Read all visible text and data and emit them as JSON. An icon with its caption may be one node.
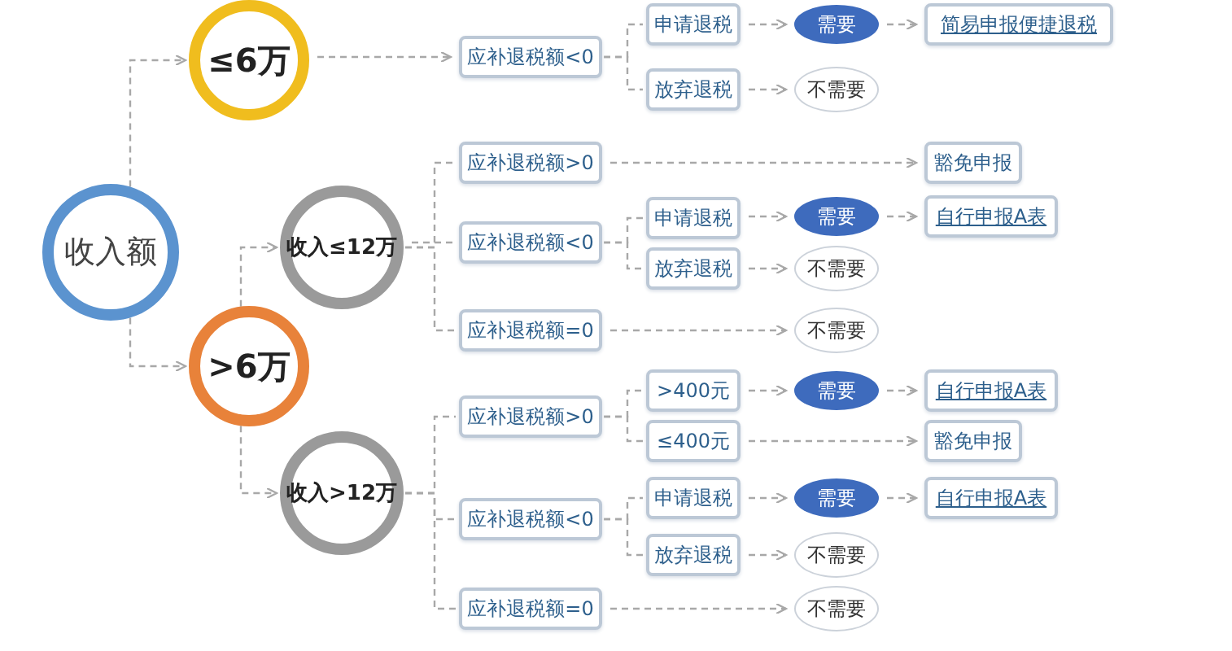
{
  "diagram": {
    "nodes": [
      {
        "text": [
          "收入额"
        ]
      },
      {
        "text": [
          "≤6万"
        ]
      },
      {
        "text": [
          ">6万"
        ]
      },
      {
        "text": [
          "收入≤12万"
        ]
      },
      {
        "text": [
          "收入>12万"
        ]
      },
      {
        "text": [
          "应补退税额<0"
        ]
      },
      {
        "text": [
          "申请退税"
        ]
      },
      {
        "text": [
          "需要"
        ]
      },
      {
        "text": [
          "简易申报便捷退税"
        ]
      },
      {
        "text": [
          "放弃退税"
        ]
      },
      {
        "text": [
          "不需要"
        ]
      },
      {
        "text": [
          "应补退税额>0"
        ]
      },
      {
        "text": [
          "豁免申报"
        ]
      },
      {
        "text": [
          "应补退税额<0"
        ]
      },
      {
        "text": [
          "申请退税"
        ]
      },
      {
        "text": [
          "需要"
        ]
      },
      {
        "text": [
          "自行申报A表"
        ]
      },
      {
        "text": [
          "放弃退税"
        ]
      },
      {
        "text": [
          "不需要"
        ]
      },
      {
        "text": [
          "应补退税额=0"
        ]
      },
      {
        "text": [
          "不需要"
        ]
      },
      {
        "text": [
          "应补退税额>0"
        ]
      },
      {
        "text": [
          ">400元"
        ]
      },
      {
        "text": [
          "需要"
        ]
      },
      {
        "text": [
          "自行申报A表"
        ]
      },
      {
        "text": [
          "≤400元"
        ]
      },
      {
        "text": [
          "豁免申报"
        ]
      },
      {
        "text": [
          "应补退税额<0"
        ]
      },
      {
        "text": [
          "申请退税"
        ]
      },
      {
        "text": [
          "需要"
        ]
      },
      {
        "text": [
          "自行申报A表"
        ]
      },
      {
        "text": [
          "放弃退税"
        ]
      },
      {
        "text": [
          "不需要"
        ]
      },
      {
        "text": [
          "应补退税额=0"
        ]
      },
      {
        "text": [
          "不需要"
        ]
      }
    ],
    "edges": [
      {
        "from": 0,
        "to": 1,
        "arrow": "to"
      },
      {
        "from": 0,
        "to": 2,
        "arrow": "to"
      },
      {
        "from": 2,
        "to": 3,
        "arrow": "to"
      },
      {
        "from": 2,
        "to": 4,
        "arrow": "to"
      },
      {
        "from": 1,
        "to": 5,
        "arrow": "to"
      },
      {
        "from": 5,
        "to": 6,
        "arrow": "none"
      },
      {
        "from": 5,
        "to": 9,
        "arrow": "none"
      },
      {
        "from": 6,
        "to": 7,
        "arrow": "to"
      },
      {
        "from": 7,
        "to": 8,
        "arrow": "to"
      },
      {
        "from": 9,
        "to": 10,
        "arrow": "to"
      },
      {
        "from": 3,
        "to": 11,
        "arrow": "none"
      },
      {
        "from": 3,
        "to": 13,
        "arrow": "none"
      },
      {
        "from": 3,
        "to": 19,
        "arrow": "none"
      },
      {
        "from": 11,
        "to": 12,
        "arrow": "to"
      },
      {
        "from": 13,
        "to": 14,
        "arrow": "none"
      },
      {
        "from": 13,
        "to": 17,
        "arrow": "none"
      },
      {
        "from": 14,
        "to": 15,
        "arrow": "to"
      },
      {
        "from": 15,
        "to": 16,
        "arrow": "to"
      },
      {
        "from": 17,
        "to": 18,
        "arrow": "to"
      },
      {
        "from": 19,
        "to": 20,
        "arrow": "to"
      },
      {
        "from": 4,
        "to": 21,
        "arrow": "none"
      },
      {
        "from": 4,
        "to": 27,
        "arrow": "none"
      },
      {
        "from": 4,
        "to": 33,
        "arrow": "none"
      },
      {
        "from": 21,
        "to": 22,
        "arrow": "none"
      },
      {
        "from": 21,
        "to": 25,
        "arrow": "none"
      },
      {
        "from": 22,
        "to": 23,
        "arrow": "to"
      },
      {
        "from": 23,
        "to": 24,
        "arrow": "to"
      },
      {
        "from": 25,
        "to": 26,
        "arrow": "to"
      },
      {
        "from": 27,
        "to": 28,
        "arrow": "none"
      },
      {
        "from": 27,
        "to": 31,
        "arrow": "none"
      },
      {
        "from": 28,
        "to": 29,
        "arrow": "to"
      },
      {
        "from": 29,
        "to": 30,
        "arrow": "to"
      },
      {
        "from": 31,
        "to": 32,
        "arrow": "to"
      },
      {
        "from": 33,
        "to": 34,
        "arrow": "to"
      }
    ]
  }
}
